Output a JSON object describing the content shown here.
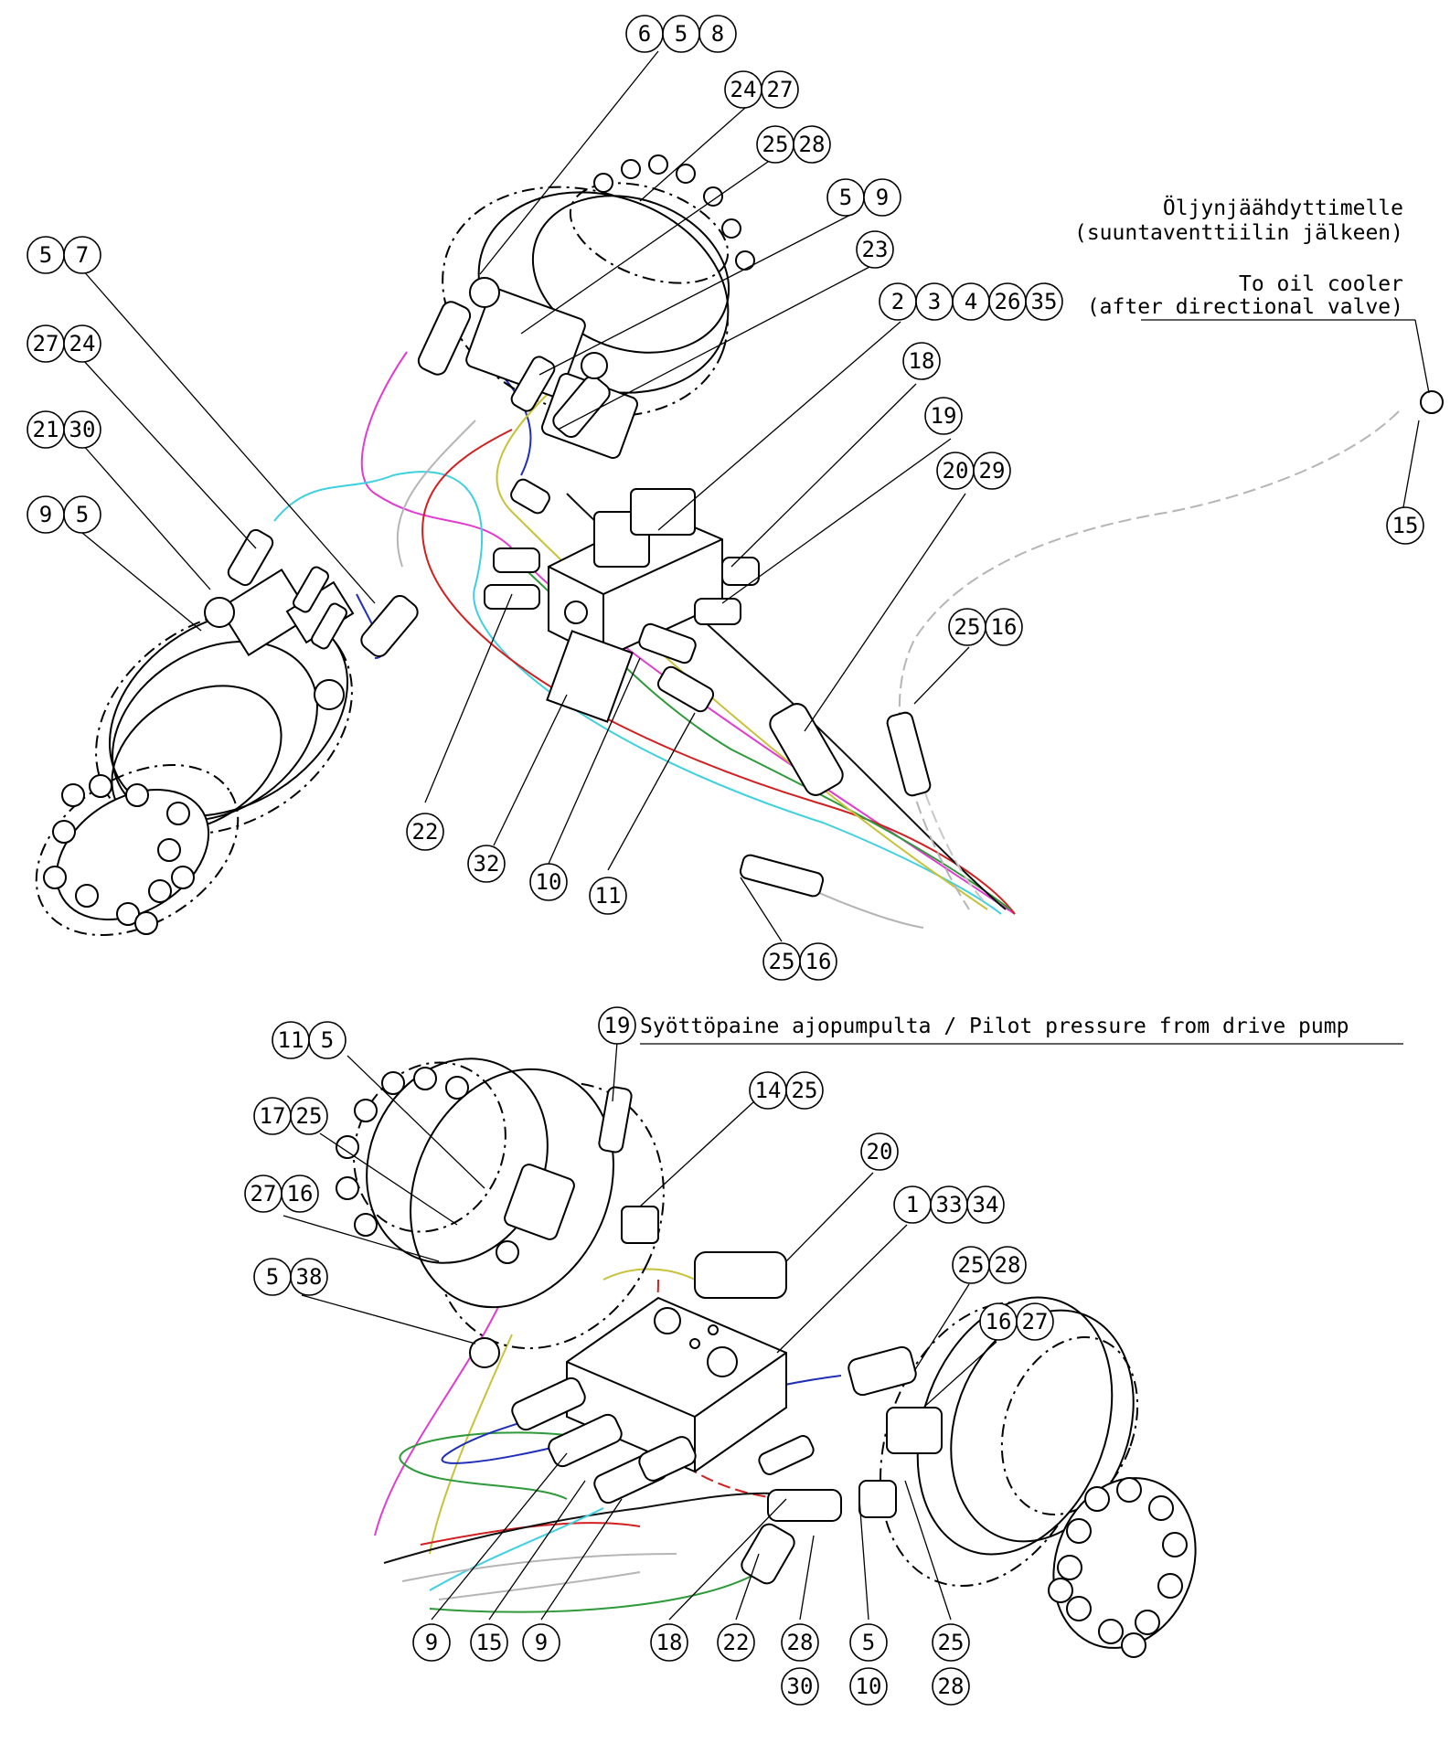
{
  "notes": {
    "cooler_fi_line1": "Öljynjäähdyttimelle",
    "cooler_fi_line2": "(suuntaventtiilin jälkeen)",
    "cooler_en_line1": "To oil cooler",
    "cooler_en_line2": "(after directional valve)",
    "pilot_pressure": "Syöttöpaine ajopumpulta / Pilot pressure from drive pump"
  },
  "balloons_top": [
    [
      "6",
      "5",
      "8"
    ],
    [
      "24",
      "27"
    ],
    [
      "25",
      "28"
    ],
    [
      "5",
      "9"
    ],
    [
      "23"
    ],
    [
      "2",
      "3",
      "4",
      "26",
      "35"
    ],
    [
      "18"
    ],
    [
      "19"
    ],
    [
      "20",
      "29"
    ],
    [
      "25",
      "16"
    ],
    [
      "5",
      "7"
    ],
    [
      "27",
      "24"
    ],
    [
      "21",
      "30"
    ],
    [
      "9",
      "5"
    ],
    [
      "22"
    ],
    [
      "32"
    ],
    [
      "10"
    ],
    [
      "11"
    ],
    [
      "25",
      "16"
    ],
    [
      "15"
    ]
  ],
  "balloons_bottom": [
    [
      "19"
    ],
    [
      "14",
      "25"
    ],
    [
      "11",
      "5"
    ],
    [
      "17",
      "25"
    ],
    [
      "20"
    ],
    [
      "1",
      "33",
      "34"
    ],
    [
      "27",
      "16"
    ],
    [
      "5",
      "38"
    ],
    [
      "25",
      "28"
    ],
    [
      "16",
      "27"
    ],
    [
      "9"
    ],
    [
      "15"
    ],
    [
      "9"
    ],
    [
      "18"
    ],
    [
      "22"
    ],
    [
      "28"
    ],
    [
      "30"
    ],
    [
      "5"
    ],
    [
      "10"
    ],
    [
      "25"
    ],
    [
      "28"
    ]
  ],
  "hose_colors": {
    "magenta": "#e03ccf",
    "cyan": "#3fd0e0",
    "red": "#d21f1f",
    "green": "#2e9a3a",
    "blue": "#1f2fb8",
    "olive": "#c8c23a",
    "gray": "#b5b5b5",
    "black": "#111111"
  }
}
